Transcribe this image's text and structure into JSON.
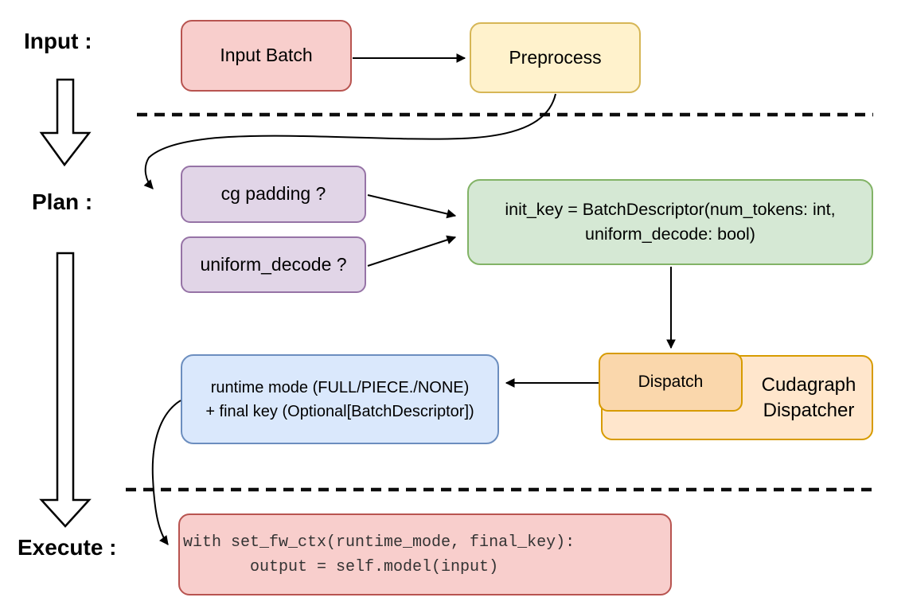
{
  "stages": {
    "input": "Input :",
    "plan": "Plan :",
    "execute": "Execute :"
  },
  "nodes": {
    "input_batch": {
      "label": "Input Batch",
      "fill": "#f8cecc",
      "stroke": "#b85450"
    },
    "preprocess": {
      "label": "Preprocess",
      "fill": "#fff2cc",
      "stroke": "#d6b656"
    },
    "cg_padding": {
      "label": "cg padding ?",
      "fill": "#e1d5e7",
      "stroke": "#9673a6"
    },
    "uniform_decode": {
      "label": "uniform_decode ?",
      "fill": "#e1d5e7",
      "stroke": "#9673a6"
    },
    "init_key": {
      "line1": "init_key = BatchDescriptor(num_tokens: int,",
      "line2": "uniform_decode: bool)",
      "fill": "#d5e8d4",
      "stroke": "#82b366"
    },
    "dispatch": {
      "label": "Dispatch",
      "fill": "#fad7ac",
      "stroke": "#d79b00"
    },
    "cudagraph_dispatcher": {
      "line1": "Cudagraph",
      "line2": "Dispatcher",
      "fill": "#ffe6cc",
      "stroke": "#d79b00"
    },
    "runtime_mode": {
      "line1": "runtime mode (FULL/PIECE./NONE)",
      "line2": "+ final key (Optional[BatchDescriptor])",
      "fill": "#dae8fc",
      "stroke": "#6c8ebf"
    },
    "execute_code": {
      "line1": "with set_fw_ctx(runtime_mode, final_key):",
      "line2": "       output = self.model(input)",
      "fill": "#f8cecc",
      "stroke": "#b85450",
      "text_color": "#333333"
    }
  },
  "edges": [
    {
      "from": "input_batch",
      "to": "preprocess",
      "style": "straight-arrow"
    },
    {
      "from": "preprocess",
      "to": "cg_padding",
      "style": "curved-arrow"
    },
    {
      "from": "cg_padding",
      "to": "init_key",
      "style": "straight-arrow"
    },
    {
      "from": "uniform_decode",
      "to": "init_key",
      "style": "straight-arrow"
    },
    {
      "from": "init_key",
      "to": "dispatch",
      "style": "straight-arrow"
    },
    {
      "from": "dispatch",
      "to": "runtime_mode",
      "style": "straight-arrow"
    },
    {
      "from": "runtime_mode",
      "to": "execute_code",
      "style": "curved-arrow"
    },
    {
      "from": "stage-input",
      "to": "stage-plan",
      "style": "hollow-block-arrow"
    },
    {
      "from": "stage-plan",
      "to": "stage-execute",
      "style": "hollow-block-arrow"
    }
  ],
  "separators": [
    {
      "between": "input/plan",
      "style": "dashed-line"
    },
    {
      "between": "plan/execute",
      "style": "dashed-line"
    }
  ],
  "connector_color": "#000000",
  "background_color": "#ffffff"
}
